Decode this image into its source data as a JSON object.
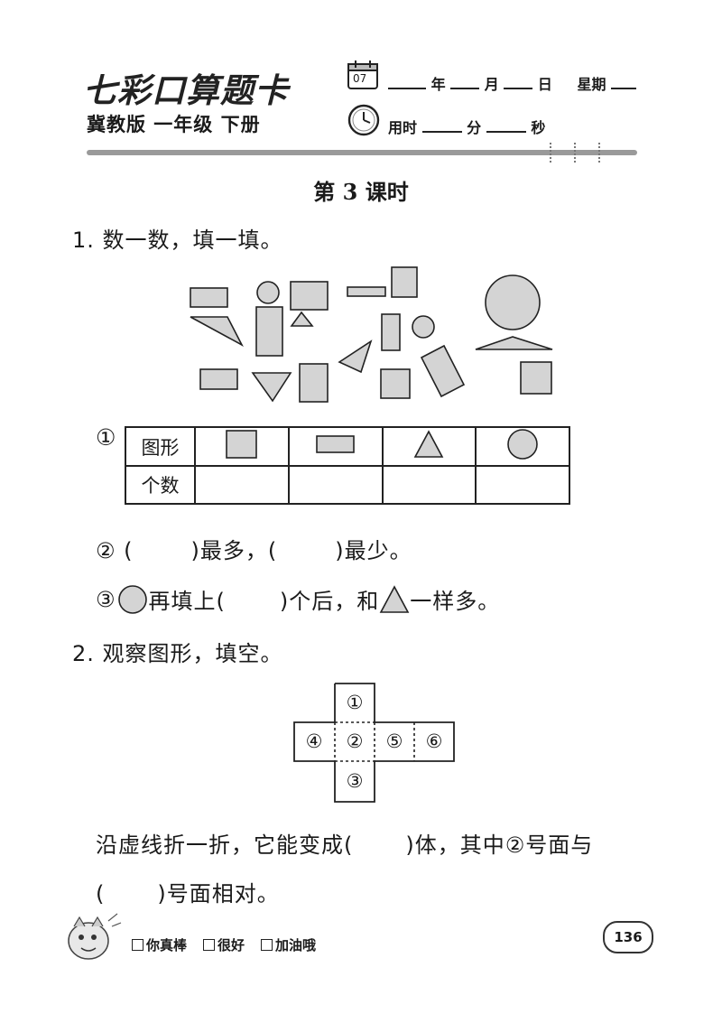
{
  "header": {
    "brand": "七彩口算题卡",
    "edition": "冀教版  一年级  下册",
    "calendar_day": "07",
    "date_year": "年",
    "date_month": "月",
    "date_day": "日",
    "date_weekday": "星期",
    "time_label": "用时",
    "time_min": "分",
    "time_sec": "秒"
  },
  "lesson": "第 3 课时",
  "q1": {
    "title": "1. 数一数，填一填。",
    "sub1_marker": "①",
    "table": {
      "row1_label": "图形",
      "row2_label": "个数",
      "shapes": [
        "square-icon",
        "rectangle-icon",
        "triangle-icon",
        "circle-icon"
      ]
    },
    "sub2": {
      "marker": "② (",
      "mid": ")最多，(",
      "end": ")最少。"
    },
    "sub3": {
      "marker": "③",
      "text_a": "再填上(",
      "text_b": ")个后，和",
      "text_c": "一样多。"
    }
  },
  "q2": {
    "title": "2. 观察图形，填空。",
    "net_labels": [
      "①",
      "④",
      "②",
      "⑤",
      "⑥",
      "③"
    ],
    "line1_a": "沿虚线折一折，它能变成(",
    "line1_b": ")体，其中②号面与",
    "line2_a": "(",
    "line2_b": ")号面相对。"
  },
  "footer": {
    "options": [
      "你真棒",
      "很好",
      "加油哦"
    ],
    "page_number": "136"
  }
}
